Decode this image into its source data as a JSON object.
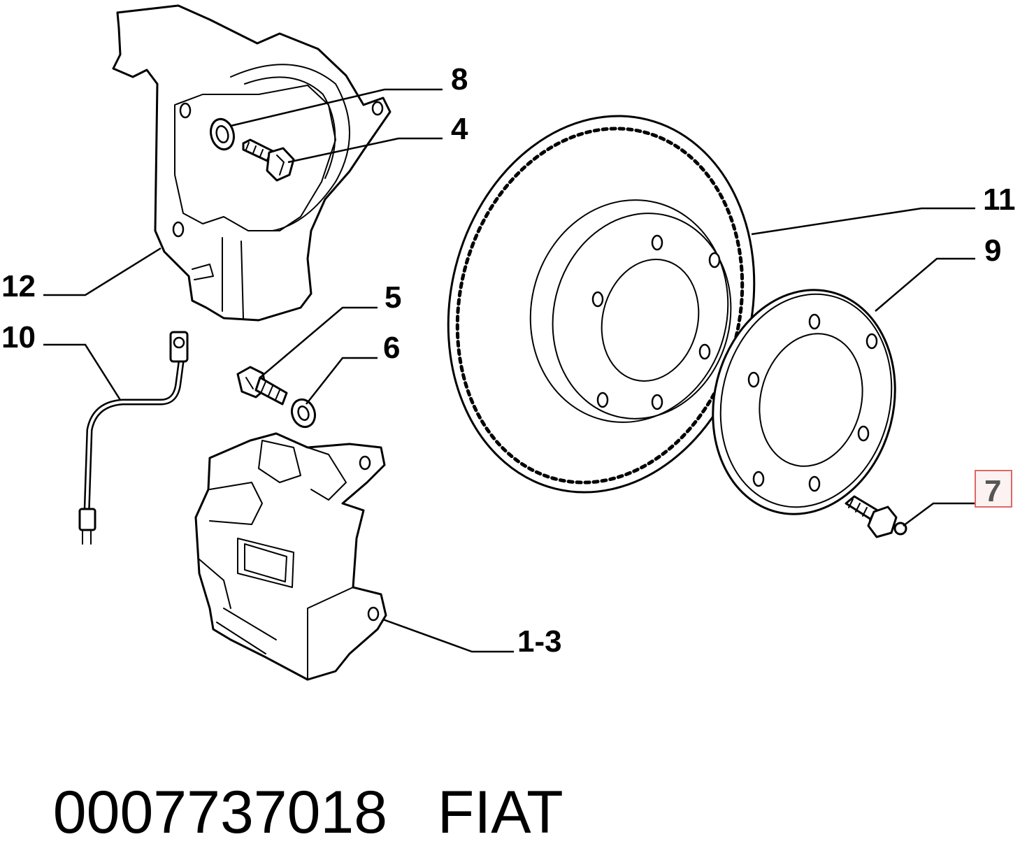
{
  "callouts": {
    "c8": "8",
    "c4": "4",
    "c11": "11",
    "c9": "9",
    "c12": "12",
    "c5": "5",
    "c10": "10",
    "c6": "6",
    "c7": "7",
    "c13": "1-3"
  },
  "footer": {
    "part_number": "0007737018",
    "brand": "FIAT"
  },
  "colors": {
    "highlight_fill": "#fdf2f2",
    "highlight_border": "#e06666"
  }
}
